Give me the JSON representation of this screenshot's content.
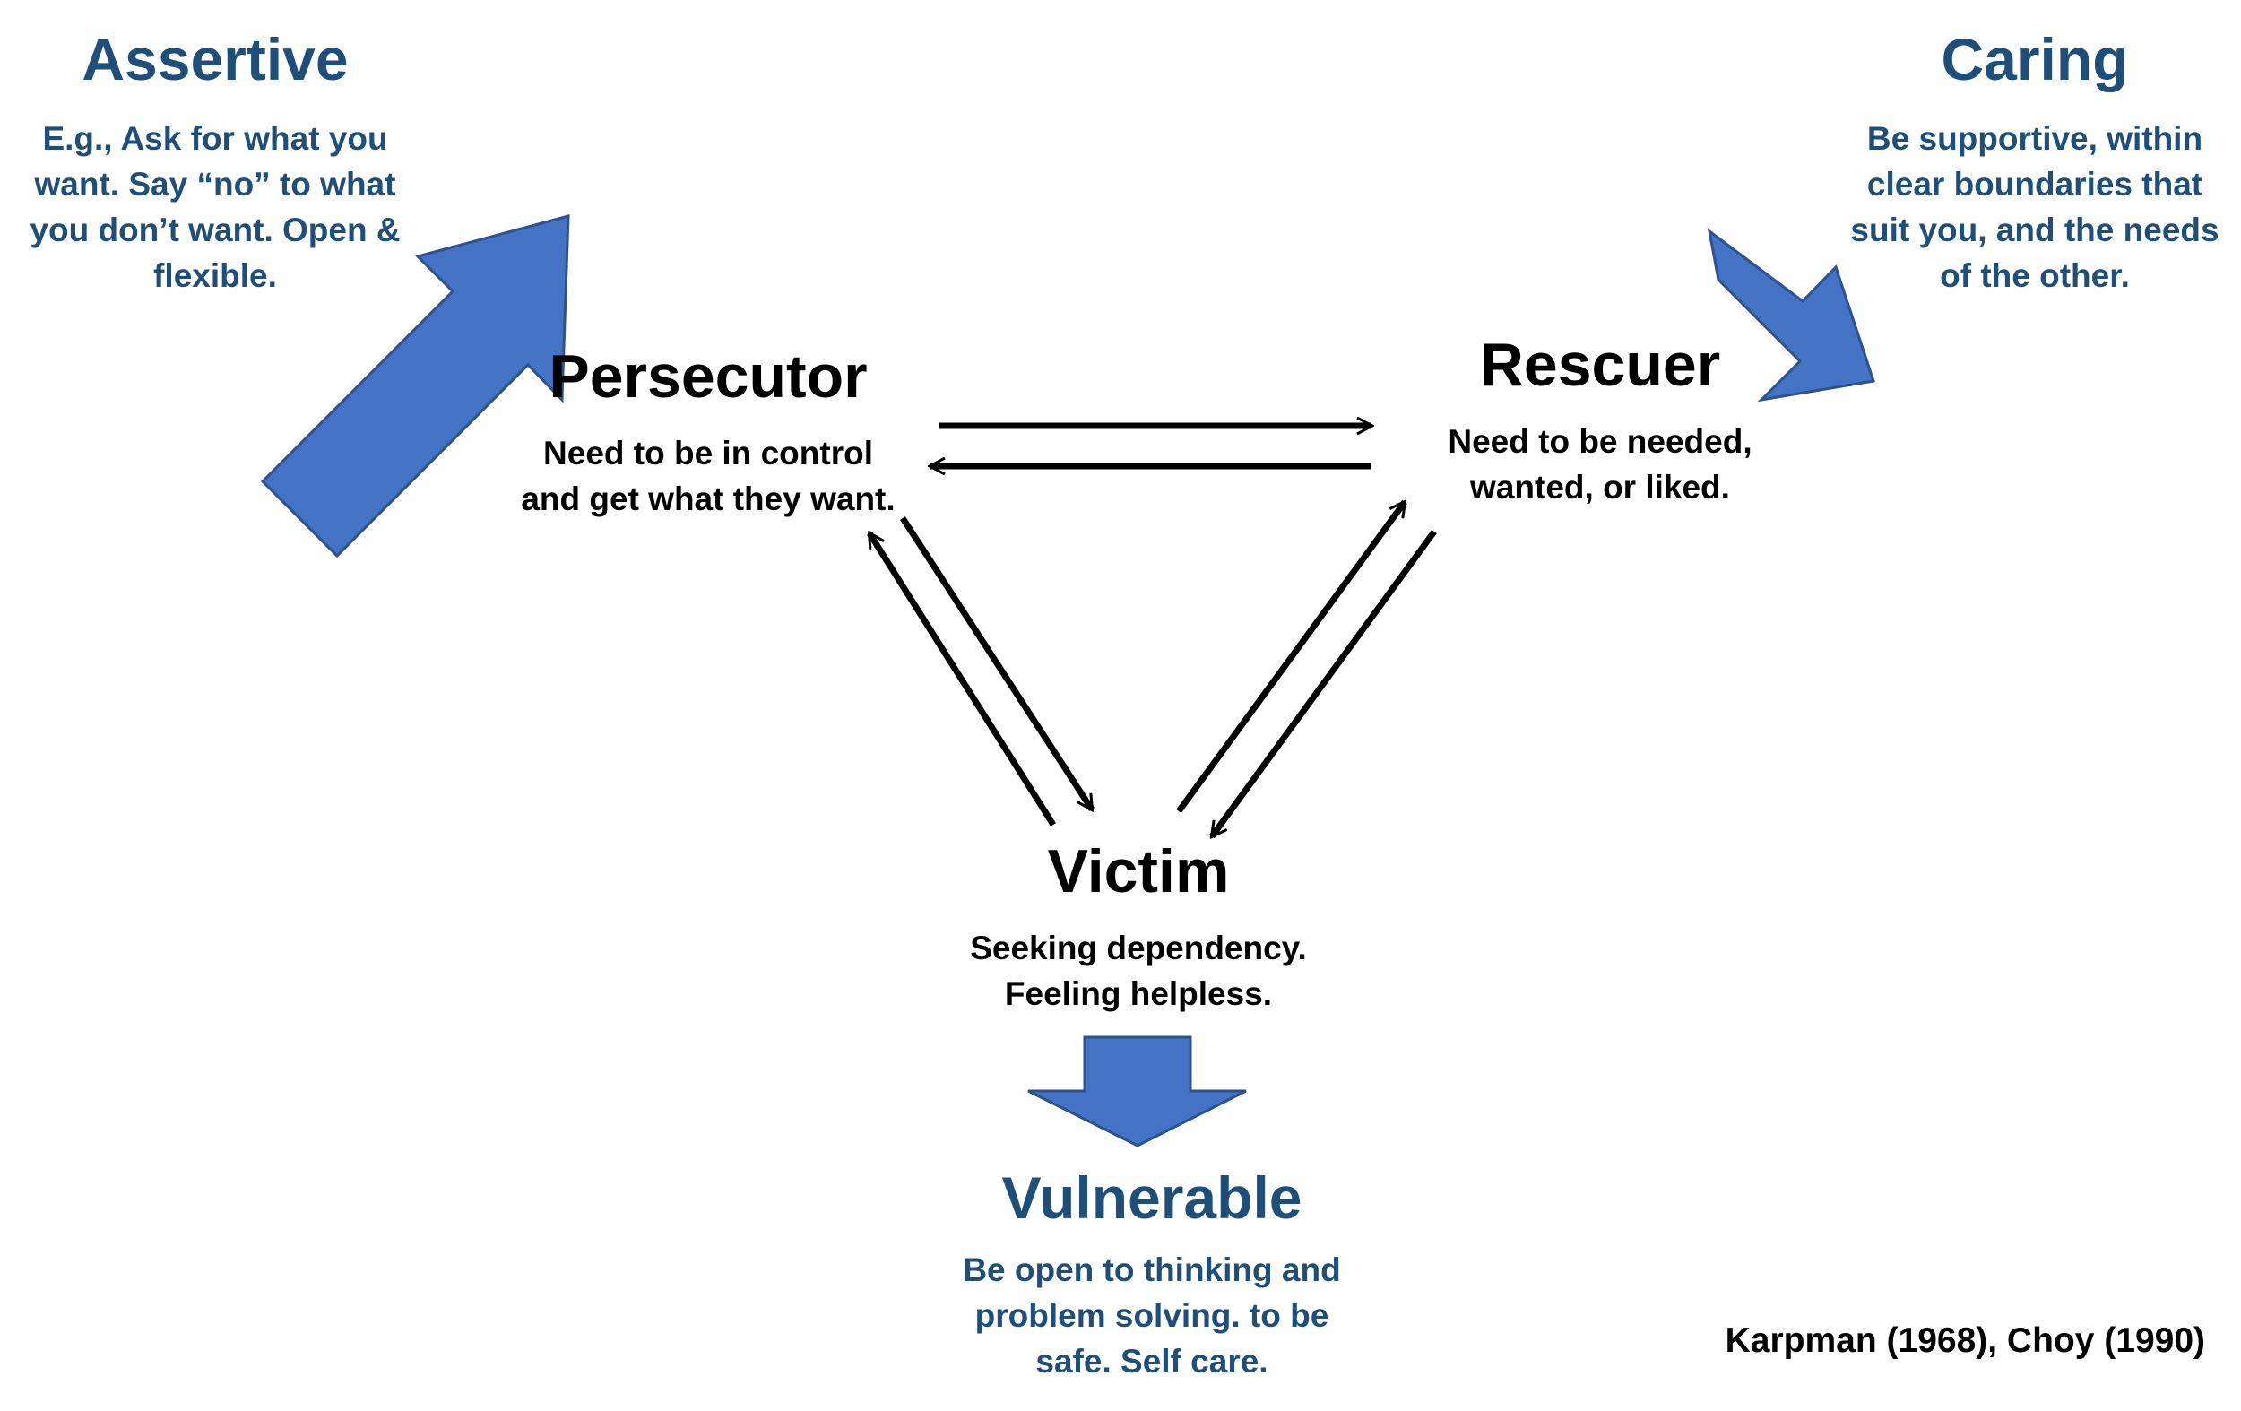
{
  "colors": {
    "accent_blue": "#4472c4",
    "accent_blue_border": "#2f528f",
    "heading_blue": "#1f4e79",
    "text_black": "#000000"
  },
  "assertive": {
    "title": "Assertive",
    "description": "E.g., Ask for what you\nwant. Say “no” to what\nyou don’t want. Open &\nflexible."
  },
  "caring": {
    "title": "Caring",
    "description": "Be supportive, within\nclear boundaries that\nsuit you, and the needs\nof the other."
  },
  "persecutor": {
    "title": "Persecutor",
    "description": "Need to be in control\nand get what they want."
  },
  "rescuer": {
    "title": "Rescuer",
    "description": "Need to be needed,\nwanted, or liked."
  },
  "victim": {
    "title": "Victim",
    "description": "Seeking dependency.\nFeeling helpless."
  },
  "vulnerable": {
    "title": "Vulnerable",
    "description": "Be open to thinking and\nproblem solving. to be\nsafe. Self care."
  },
  "citation": "Karpman (1968), Choy (1990)"
}
